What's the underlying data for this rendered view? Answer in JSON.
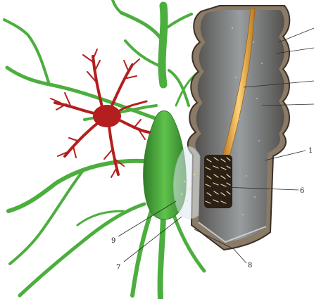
{
  "diagram": {
    "callout_labels": {
      "l6": "6",
      "l7": "7",
      "l8": "8",
      "l9": "9",
      "r1": "1"
    },
    "colors": {
      "neuron": "#4cae3e",
      "neuron_dark": "#2f7d28",
      "astrocyte": "#b41e1e",
      "probe_shell": "#8a7a66",
      "probe_body": "#5a5a5a",
      "probe_inner": "#a7b0b7",
      "fiber": "#e0a030",
      "brush": "#2b2016",
      "brush_tip": "#f0d8a8"
    },
    "icons": [
      "neuron-cell",
      "astrocyte-cell",
      "microprobe",
      "optical-fiber",
      "electrode-brush"
    ]
  }
}
